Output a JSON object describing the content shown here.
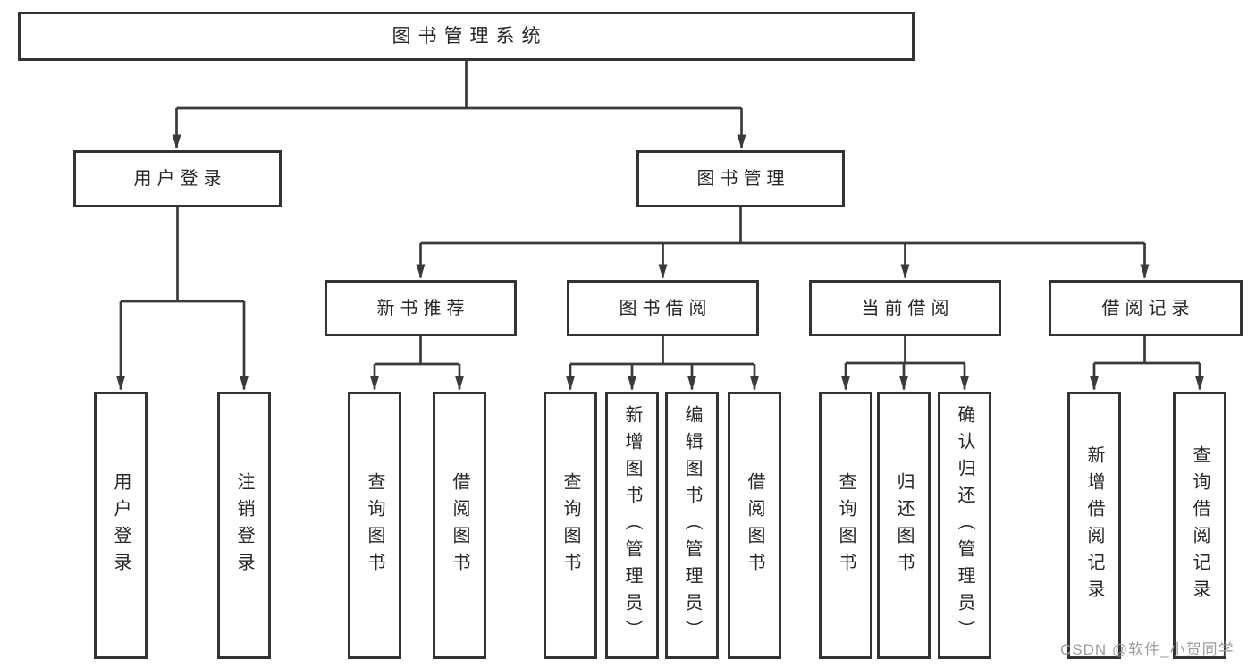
{
  "tree": {
    "root": {
      "label": "图书管理系统",
      "children": [
        {
          "label": "用户登录",
          "children": [
            {
              "label": "用户登录"
            },
            {
              "label": "注销登录"
            }
          ]
        },
        {
          "label": "图书管理",
          "children": [
            {
              "label": "新书推荐",
              "children": [
                {
                  "label": "查询图书"
                },
                {
                  "label": "借阅图书"
                }
              ]
            },
            {
              "label": "图书借阅",
              "children": [
                {
                  "label": "查询图书"
                },
                {
                  "label": "新增图书（管理员）"
                },
                {
                  "label": "编辑图书（管理员）"
                },
                {
                  "label": "借阅图书"
                }
              ]
            },
            {
              "label": "当前借阅",
              "children": [
                {
                  "label": "查询图书"
                },
                {
                  "label": "归还图书"
                },
                {
                  "label": "确认归还（管理员）"
                }
              ]
            },
            {
              "label": "借阅记录",
              "children": [
                {
                  "label": "新增借阅记录"
                },
                {
                  "label": "查询借阅记录"
                }
              ]
            }
          ]
        }
      ]
    }
  },
  "watermark": {
    "text": "CSDN @软件_小贺同学",
    "color": "#9c9c9c"
  },
  "colors": {
    "background": "#ffffff",
    "box_border": "#333333",
    "connector_line": "#3a3a3a",
    "text": "#262626",
    "watermark": "#9c9c9c"
  }
}
